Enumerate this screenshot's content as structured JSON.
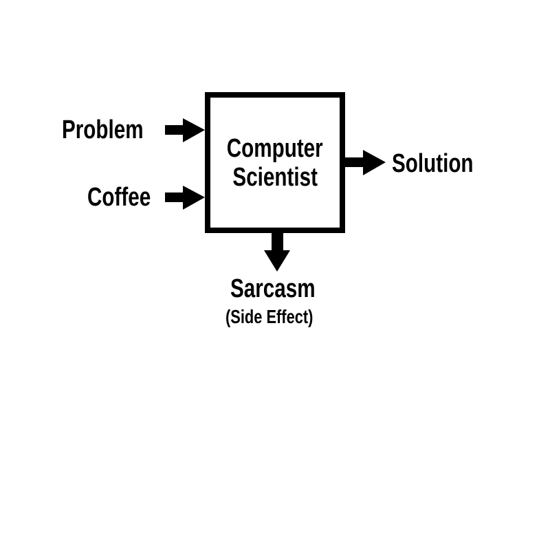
{
  "diagram": {
    "type": "block-diagram",
    "process": {
      "line1": "Computer",
      "line2": "Scientist"
    },
    "inputs": [
      {
        "label": "Problem"
      },
      {
        "label": "Coffee"
      }
    ],
    "outputs": [
      {
        "label": "Solution"
      }
    ],
    "side_effect": {
      "label": "Sarcasm",
      "note": "(Side Effect)"
    },
    "colors": {
      "foreground": "#000000",
      "background": "#ffffff"
    }
  }
}
